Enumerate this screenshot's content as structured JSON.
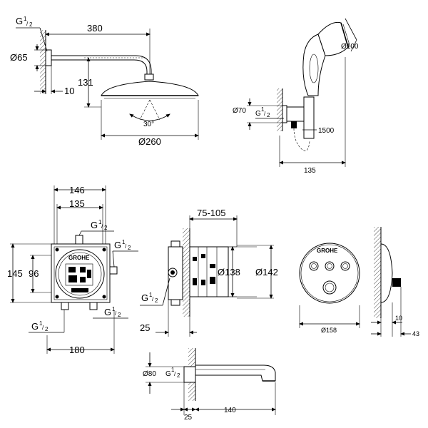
{
  "head_shower": {
    "thread_g": "G",
    "thread_num": "1",
    "thread_den": "2",
    "arm_length": "380",
    "flange_dia": "Ø65",
    "height": "131",
    "wall_gap": "10",
    "angle": "30°",
    "head_dia": "Ø260"
  },
  "hand_shower": {
    "head_dia": "Ø100",
    "outlet_dia": "Ø70",
    "thread_g": "G",
    "thread_num": "1",
    "thread_den": "2",
    "hose_length": "1500",
    "depth": "135"
  },
  "body_front": {
    "width_outer": "146",
    "width_inner": "135",
    "height_outer": "145",
    "height_inner": "96",
    "bottom_width": "180",
    "thread_g": "G",
    "thread_num": "1",
    "thread_den": "2",
    "brand": "GROHE"
  },
  "body_side": {
    "depth_range": "75-105",
    "dia_inner": "Ø138",
    "dia_outer": "Ø142",
    "offset": "25",
    "thread_g": "G",
    "thread_num": "1",
    "thread_den": "2"
  },
  "trim": {
    "dia": "Ø158",
    "brand": "GROHE",
    "side_depth_1": "10",
    "side_depth_2": "43"
  },
  "spout": {
    "flange_dia": "Ø80",
    "thread_g": "G",
    "thread_num": "1",
    "thread_den": "2",
    "wall": "25",
    "length": "140"
  }
}
